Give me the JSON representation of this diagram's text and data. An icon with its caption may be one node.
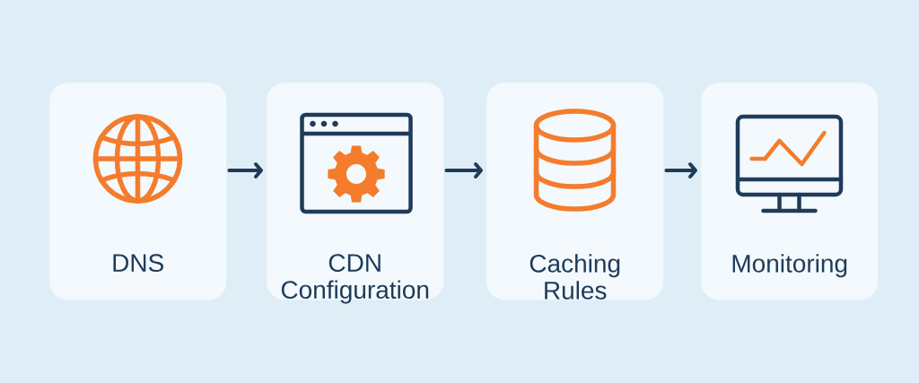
{
  "diagram": {
    "nodes": [
      {
        "text": [
          "DNS"
        ]
      },
      {
        "text": [
          "CDN Configuration"
        ]
      },
      {
        "text": [
          "Caching Rules"
        ]
      },
      {
        "text": [
          "Monitoring"
        ]
      }
    ],
    "edges": [
      {
        "from": 0,
        "to": 1,
        "arrow": "to"
      },
      {
        "from": 1,
        "to": 2,
        "arrow": "to"
      },
      {
        "from": 2,
        "to": 3,
        "arrow": "to"
      }
    ]
  }
}
